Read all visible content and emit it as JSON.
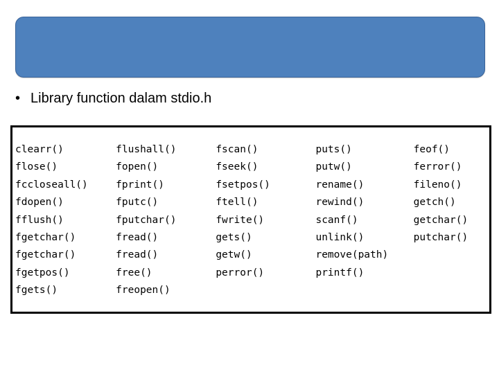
{
  "slide": {
    "title_banner": {
      "text": "",
      "fill_color": "#4E81BD",
      "border_color": "#3A6398"
    },
    "bullet": {
      "marker": "•",
      "text": "Library function dalam stdio.h"
    },
    "function_table": {
      "border_color": "#000000",
      "columns": [
        {
          "name": "column-1",
          "items": [
            "clearr()",
            "flose()",
            "fccloseall()",
            "fdopen()",
            "fflush()",
            "fgetchar()",
            "fgetchar()",
            "fgetpos()",
            "fgets()"
          ]
        },
        {
          "name": "column-2",
          "items": [
            "flushall()",
            "fopen()",
            "fprint()",
            "fputc()",
            "fputchar()",
            "fread()",
            "fread()",
            "free()",
            "freopen()"
          ]
        },
        {
          "name": "column-3",
          "items": [
            "fscan()",
            "fseek()",
            "fsetpos()",
            "ftell()",
            "fwrite()",
            "gets()",
            "getw()",
            "perror()"
          ]
        },
        {
          "name": "column-4",
          "items": [
            "puts()",
            "putw()",
            "rename()",
            "rewind()",
            "scanf()",
            "unlink()",
            "remove(path)",
            "printf()"
          ]
        },
        {
          "name": "column-5",
          "items": [
            "feof()",
            "ferror()",
            "fileno()",
            "getch()",
            "getchar()",
            "putchar()"
          ]
        }
      ]
    }
  }
}
